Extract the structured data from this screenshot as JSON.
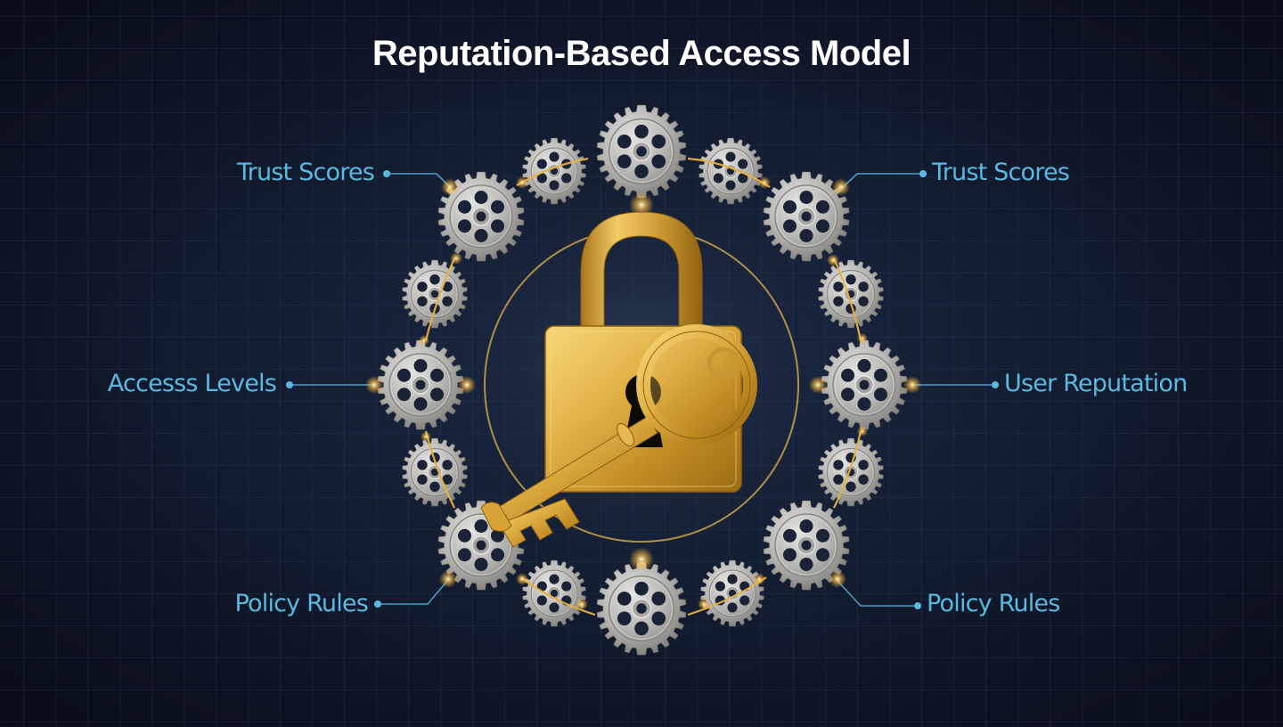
{
  "title": "Reputation-Based Access Model",
  "colors": {
    "background": "#0f1628",
    "label": "#5bb8e0",
    "connector": "#4a9cc4",
    "gold": "#d9a93a",
    "gear": "#b9b9b9"
  },
  "labels": {
    "top_left": "Trust Scores",
    "top_right": "Trust Scores",
    "middle_left": "Accesss Levels",
    "middle_right": "User Reputation",
    "bottom_left": "Policy Rules",
    "bottom_right": "Policy Rules"
  },
  "center_icons": [
    "padlock-icon",
    "key-icon"
  ],
  "gear_count": 16
}
